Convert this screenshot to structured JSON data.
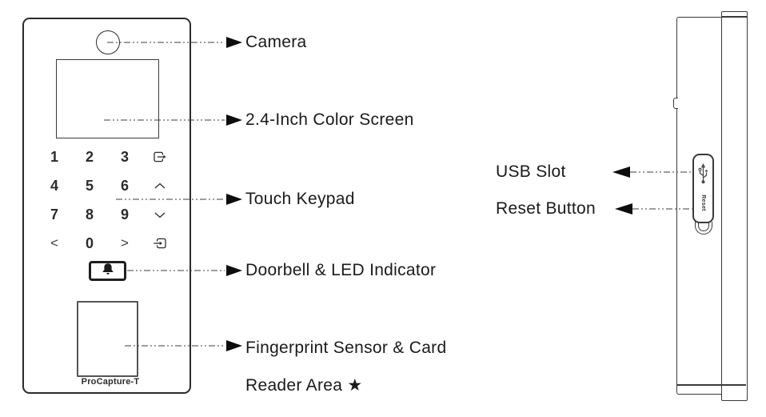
{
  "front_view": {
    "model_label": "ProCapture-T",
    "keypad": {
      "row1": [
        "1",
        "2",
        "3"
      ],
      "row2": [
        "4",
        "5",
        "6"
      ],
      "row3": [
        "7",
        "8",
        "9"
      ],
      "row4": [
        "<",
        "0",
        ">"
      ],
      "col4_icons": [
        "exit-icon",
        "up-chevron-icon",
        "down-chevron-icon",
        "enter-icon"
      ]
    },
    "doorbell_icon": "bell-icon",
    "callouts": [
      {
        "label": "Camera"
      },
      {
        "label": "2.4-Inch Color Screen"
      },
      {
        "label": "Touch Keypad"
      },
      {
        "label": "Doorbell & LED Indicator"
      },
      {
        "label": "Fingerprint Sensor & Card",
        "label_line2": "Reader Area ★"
      }
    ]
  },
  "side_view": {
    "callouts": [
      {
        "label": "USB Slot"
      },
      {
        "label": "Reset Button"
      }
    ],
    "usb_icon": "usb-icon",
    "reset_slot_label": "Reset"
  },
  "colors": {
    "ink": "#1a1a1a",
    "outline": "#3a3a3a",
    "leader_line": "#3d3d3d"
  }
}
